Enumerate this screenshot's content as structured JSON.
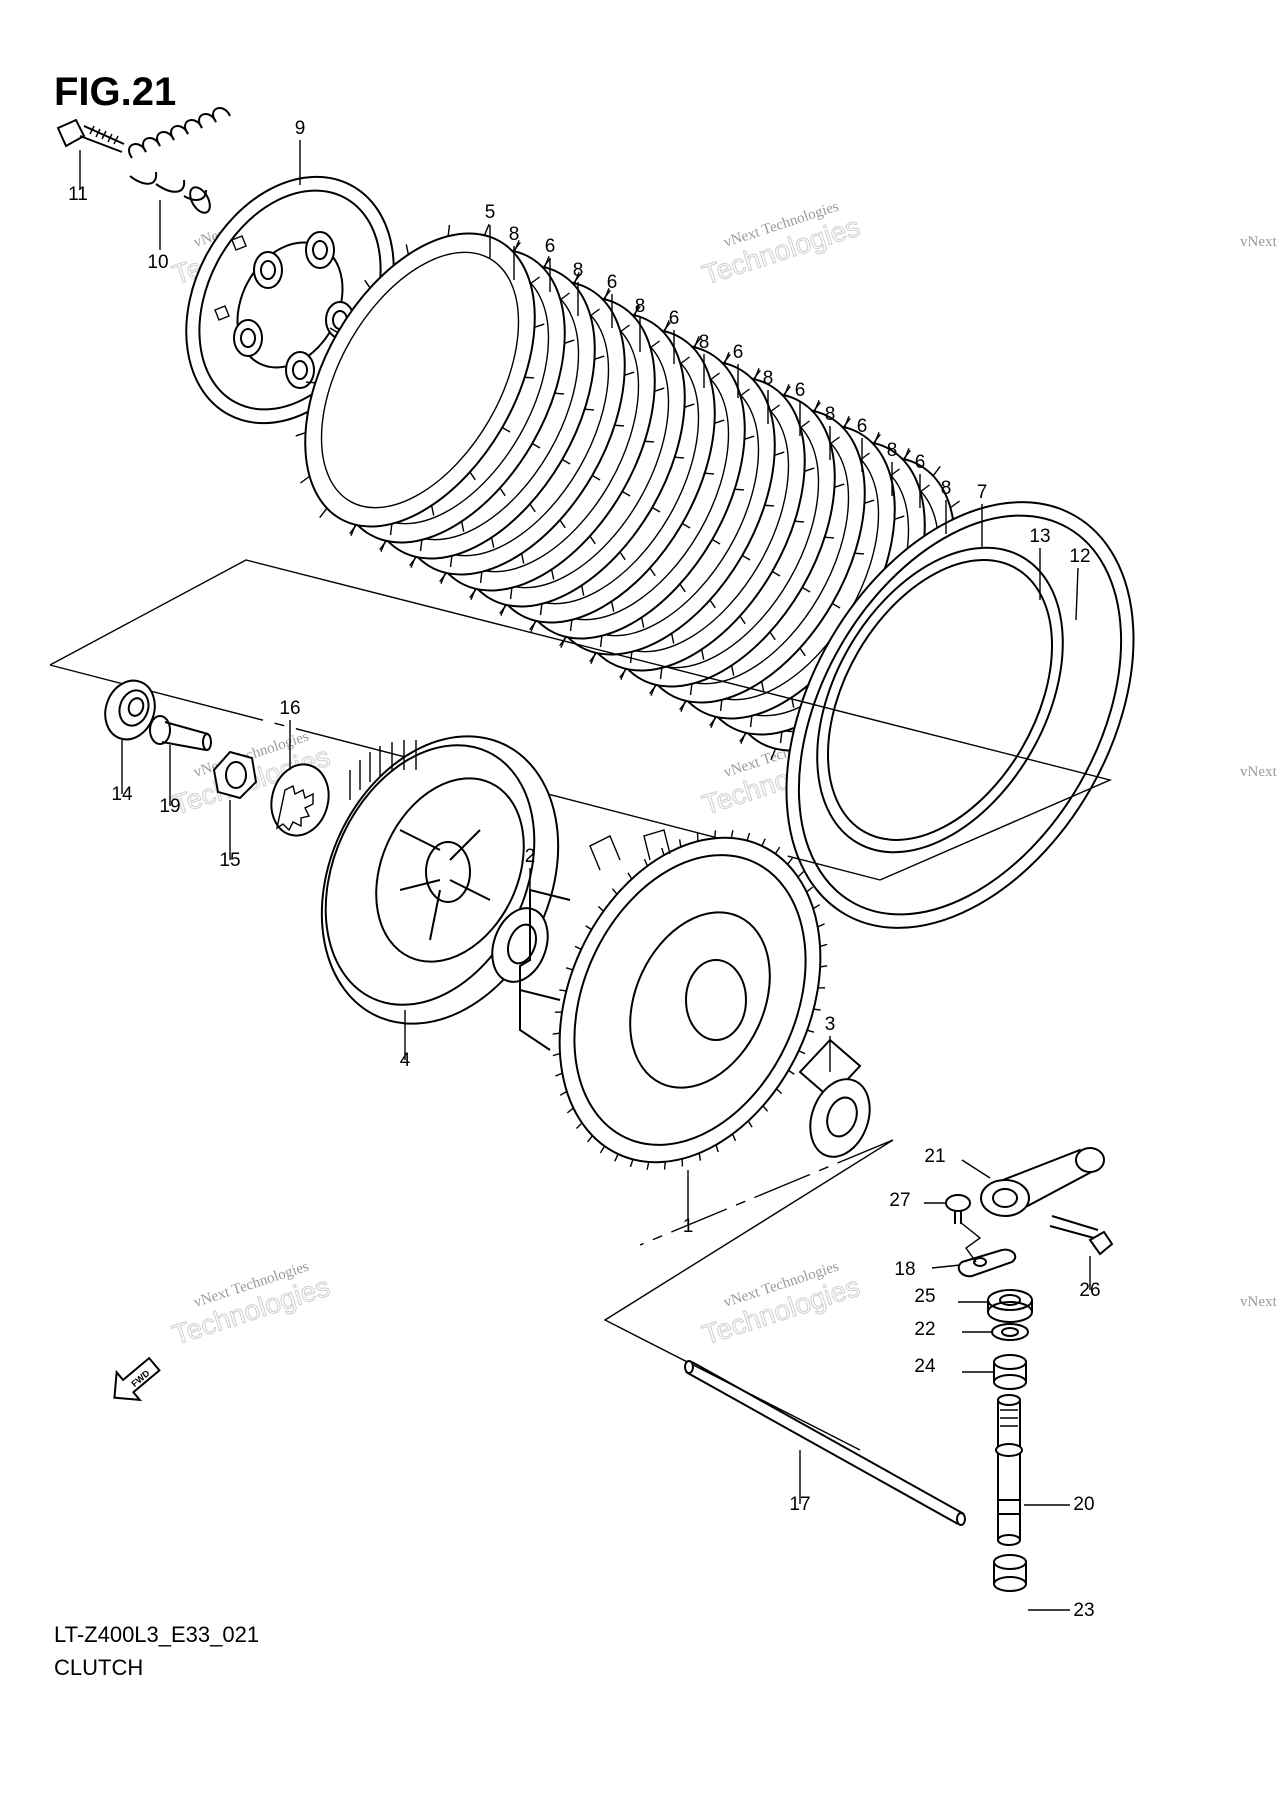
{
  "figure": {
    "title": "FIG.21",
    "code": "LT-Z400L3_E33_021",
    "name": "CLUTCH"
  },
  "fwd_label": "FWD",
  "watermark": {
    "line1": "vNext Technologies",
    "line2": "Technologies",
    "line3": "vNext"
  },
  "callouts": [
    {
      "id": "c11",
      "label": "11"
    },
    {
      "id": "c10",
      "label": "10"
    },
    {
      "id": "c9",
      "label": "9"
    },
    {
      "id": "c5",
      "label": "5"
    },
    {
      "id": "c8a",
      "label": "8"
    },
    {
      "id": "c6a",
      "label": "6"
    },
    {
      "id": "c8b",
      "label": "8"
    },
    {
      "id": "c6b",
      "label": "6"
    },
    {
      "id": "c8c",
      "label": "8"
    },
    {
      "id": "c6c",
      "label": "6"
    },
    {
      "id": "c8d",
      "label": "8"
    },
    {
      "id": "c6d",
      "label": "6"
    },
    {
      "id": "c8e",
      "label": "8"
    },
    {
      "id": "c6e",
      "label": "6"
    },
    {
      "id": "c8f",
      "label": "8"
    },
    {
      "id": "c6f",
      "label": "6"
    },
    {
      "id": "c8g",
      "label": "8"
    },
    {
      "id": "c6g",
      "label": "6"
    },
    {
      "id": "c8h",
      "label": "8"
    },
    {
      "id": "c7",
      "label": "7"
    },
    {
      "id": "c13",
      "label": "13"
    },
    {
      "id": "c12",
      "label": "12"
    },
    {
      "id": "c16",
      "label": "16"
    },
    {
      "id": "c14",
      "label": "14"
    },
    {
      "id": "c19",
      "label": "19"
    },
    {
      "id": "c15",
      "label": "15"
    },
    {
      "id": "c2",
      "label": "2"
    },
    {
      "id": "c4",
      "label": "4"
    },
    {
      "id": "c3",
      "label": "3"
    },
    {
      "id": "c1",
      "label": "1"
    },
    {
      "id": "c21",
      "label": "21"
    },
    {
      "id": "c27",
      "label": "27"
    },
    {
      "id": "c18",
      "label": "18"
    },
    {
      "id": "c26",
      "label": "26"
    },
    {
      "id": "c25",
      "label": "25"
    },
    {
      "id": "c22",
      "label": "22"
    },
    {
      "id": "c24",
      "label": "24"
    },
    {
      "id": "c17",
      "label": "17"
    },
    {
      "id": "c20",
      "label": "20"
    },
    {
      "id": "c23",
      "label": "23"
    }
  ]
}
